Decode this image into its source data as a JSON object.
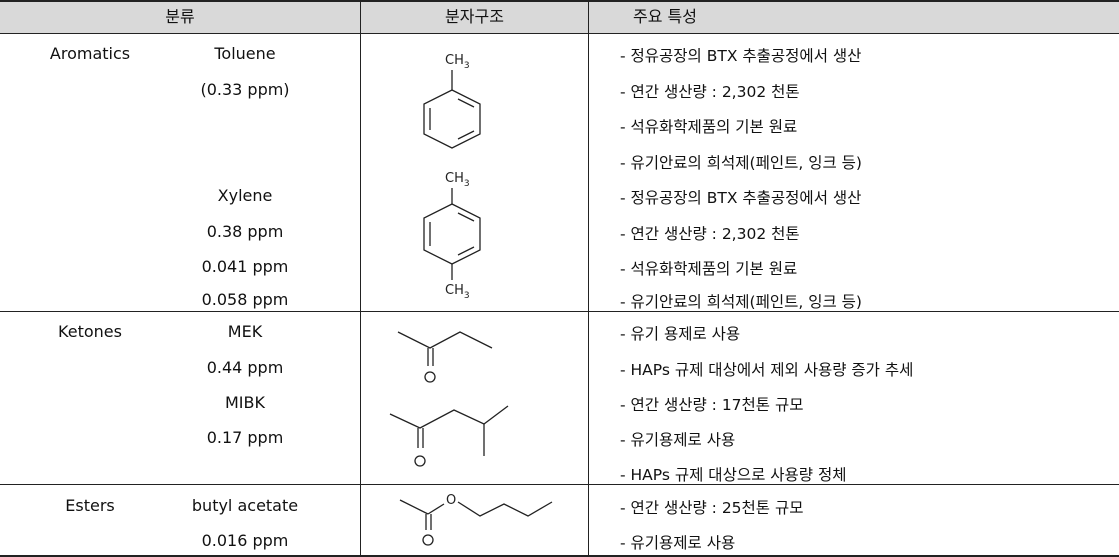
{
  "header": {
    "col1": "분류",
    "col2": "분자구조",
    "col3": "주요 특성"
  },
  "rows": [
    {
      "category": "Aromatics",
      "compounds": [
        {
          "name": "Toluene",
          "value": "(0.33 ppm)"
        },
        {
          "name": "Xylene",
          "values": [
            "0.38 ppm",
            "0.041 ppm",
            "0.058 ppm"
          ]
        }
      ],
      "properties": [
        "- 정유공장의 BTX 추출공정에서 생산",
        "- 연간 생산량 : 2,302 천톤",
        "- 석유화학제품의 기본 원료",
        "- 유기안료의 희석제(페인트, 잉크 등)",
        "- 정유공장의 BTX 추출공정에서 생산",
        "- 연간 생산량 : 2,302 천톤",
        "- 석유화학제품의 기본 원료",
        "- 유기안료의 희석제(페인트, 잉크 등)"
      ]
    },
    {
      "category": "Ketones",
      "compounds": [
        {
          "name": "MEK",
          "value": "0.44 ppm"
        },
        {
          "name": "MIBK",
          "value": "0.17 ppm"
        }
      ],
      "properties": [
        "- 유기 용제로 사용",
        "- HAPs 규제 대상에서 제외 사용량 증가 추세",
        "- 연간 생산량 : 17천톤 규모",
        "- 유기용제로 사용",
        "- HAPs 규제 대상으로 사용량 정체"
      ]
    },
    {
      "category": "Esters",
      "compounds": [
        {
          "name": "butyl acetate",
          "value": "0.016 ppm"
        }
      ],
      "properties": [
        "- 연간 생산량 : 25천톤 규모",
        "- 유기용제로 사용"
      ]
    }
  ],
  "structure_labels": {
    "ch3": "CH",
    "sub3": "3",
    "oxygen": "O"
  }
}
